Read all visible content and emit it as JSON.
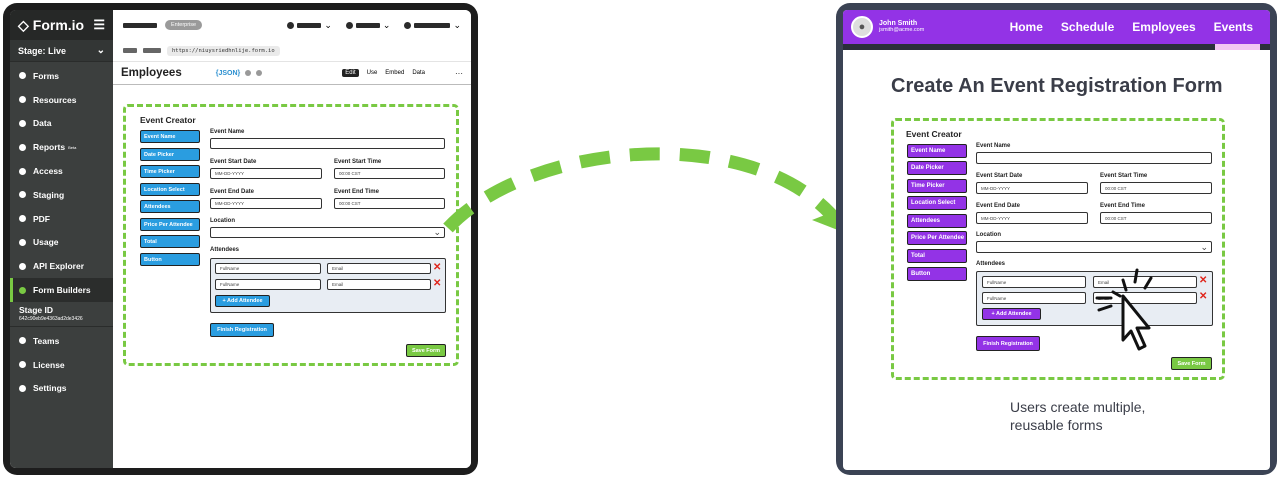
{
  "left": {
    "logo": "Form.io",
    "stage_label": "Stage: Live",
    "nav": [
      {
        "label": "Forms"
      },
      {
        "label": "Resources"
      },
      {
        "label": "Data"
      },
      {
        "label": "Reports",
        "badge": "Beta"
      },
      {
        "label": "Access"
      },
      {
        "label": "Staging"
      },
      {
        "label": "PDF"
      },
      {
        "label": "Usage"
      },
      {
        "label": "API Explorer"
      },
      {
        "label": "Form Builders",
        "active": true
      }
    ],
    "stage_id_label": "Stage ID",
    "stage_id_value": "642c90eb9e4363ad2de3426",
    "nav2": [
      {
        "label": "Teams"
      },
      {
        "label": "License"
      },
      {
        "label": "Settings"
      }
    ],
    "enterprise_badge": "Enterprise",
    "url": "https://niuysriedhnlije.form.io",
    "page_title": "Employees",
    "json_label": "{JSON}",
    "tabs": [
      "Edit",
      "Use",
      "Embed",
      "Data"
    ],
    "more": "···"
  },
  "builder": {
    "title": "Event Creator",
    "components": [
      "Event Name",
      "Date Picker",
      "Time Picker",
      "Location Select",
      "Attendees",
      "Price Per Attendee",
      "Total",
      "Button"
    ],
    "event_name_label": "Event Name",
    "start_date_label": "Event Start Date",
    "start_time_label": "Event Start Time",
    "end_date_label": "Event End Date",
    "end_time_label": "Event End Time",
    "date_placeholder": "MM-DD-YYYY",
    "time_placeholder": "00:00 CST",
    "location_label": "Location",
    "attendees_label": "Attendees",
    "fullname_placeholder": "FullName",
    "email_placeholder": "Email",
    "remove_icon": "✕",
    "add_attendee": "+ Add Attendee",
    "finish_registration": "Finish Registration",
    "save_form": "Save Form"
  },
  "right": {
    "user_name": "John Smith",
    "user_email": "jsmith@acme.com",
    "nav": [
      "Home",
      "Schedule",
      "Employees",
      "Events"
    ],
    "active_nav": "Events",
    "heading": "Create An Event Registration Form",
    "caption_line1": "Users create multiple,",
    "caption_line2": "reusable forms"
  },
  "colors": {
    "arrow": "#79c943",
    "left_components": "#2a9de0",
    "right_components": "#9333e6",
    "right_nav": "#9333e6",
    "sidebar": "#3c3f3e",
    "save_green": "#79c943"
  }
}
